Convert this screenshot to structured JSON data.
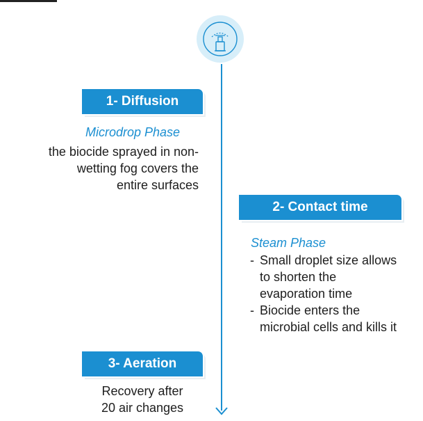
{
  "steps": [
    {
      "title": "1- Diffusion",
      "phase": "Microdrop Phase",
      "lines": [
        "the biocide sprayed in non-",
        "wetting fog covers the",
        "entire surfaces"
      ]
    },
    {
      "title": "2- Contact time",
      "phase": "Steam Phase",
      "bullets": [
        {
          "dash": "-",
          "lines": [
            "Small droplet size allows",
            "to shorten the",
            "evaporation time"
          ]
        },
        {
          "dash": "-",
          "lines": [
            "Biocide enters the",
            "microbial cells and kills it"
          ]
        }
      ]
    },
    {
      "title": "3- Aeration",
      "lines": [
        "Recovery after",
        "20 air changes"
      ]
    }
  ],
  "colors": {
    "accent": "#1b8fd1",
    "icon_bg": "#d7eef9",
    "text": "#1d1d1d"
  },
  "icons": {
    "top": "sprayer-device-icon",
    "bottom": "arrow-down-icon"
  }
}
